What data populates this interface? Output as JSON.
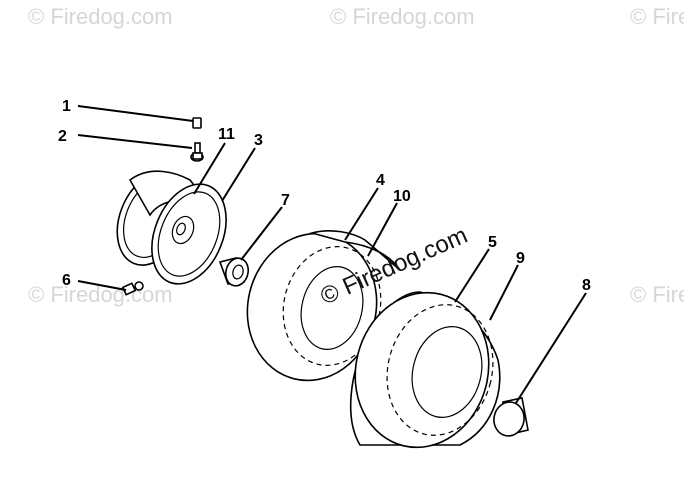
{
  "diagram": {
    "callouts": [
      "1",
      "2",
      "11",
      "3",
      "7",
      "4",
      "10",
      "5",
      "9",
      "8",
      "6"
    ],
    "watermark_main": "© Firedog.com",
    "watermark_faint": "© Firedog.com"
  }
}
